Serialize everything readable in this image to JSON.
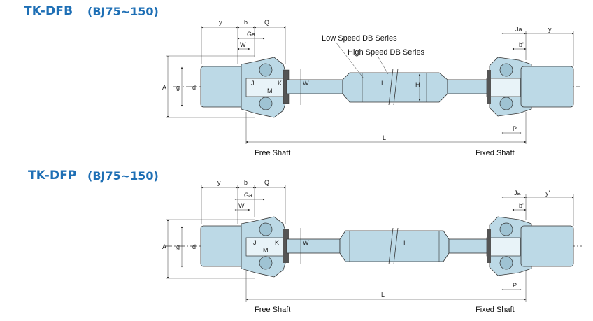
{
  "diagrams": [
    {
      "title": "TK-DFB",
      "model_range": "(BJ75~150)",
      "series_labels": [
        "Low Speed DB Series",
        "High Speed DB Series"
      ],
      "left_end_label": "Free Shaft",
      "right_end_label": "Fixed Shaft",
      "dimension_labels": {
        "y": "y",
        "b": "b",
        "Q": "Q",
        "Ga": "Ga",
        "W": "W",
        "A": "A",
        "g": "g",
        "d": "d",
        "J": "J",
        "K": "K",
        "M": "M",
        "W2": "W",
        "I": "I",
        "H": "H",
        "L": "L",
        "Ja": "Ja",
        "y_prime": "y'",
        "b_prime": "b'",
        "P": "P"
      }
    },
    {
      "title": "TK-DFP",
      "model_range": "(BJ75~150)",
      "left_end_label": "Free Shaft",
      "right_end_label": "Fixed Shaft",
      "dimension_labels": {
        "y": "y",
        "b": "b",
        "Q": "Q",
        "Ga": "Ga",
        "W": "W",
        "A": "A",
        "g": "g",
        "d": "d",
        "J": "J",
        "K": "K",
        "M": "M",
        "W2": "W",
        "I": "I",
        "L": "L",
        "Ja": "Ja",
        "y_prime": "y'",
        "b_prime": "b'",
        "P": "P"
      }
    }
  ],
  "colors": {
    "title": "#1e6fb5",
    "shaft_fill": "#bcd9e6",
    "outline": "#333333"
  }
}
